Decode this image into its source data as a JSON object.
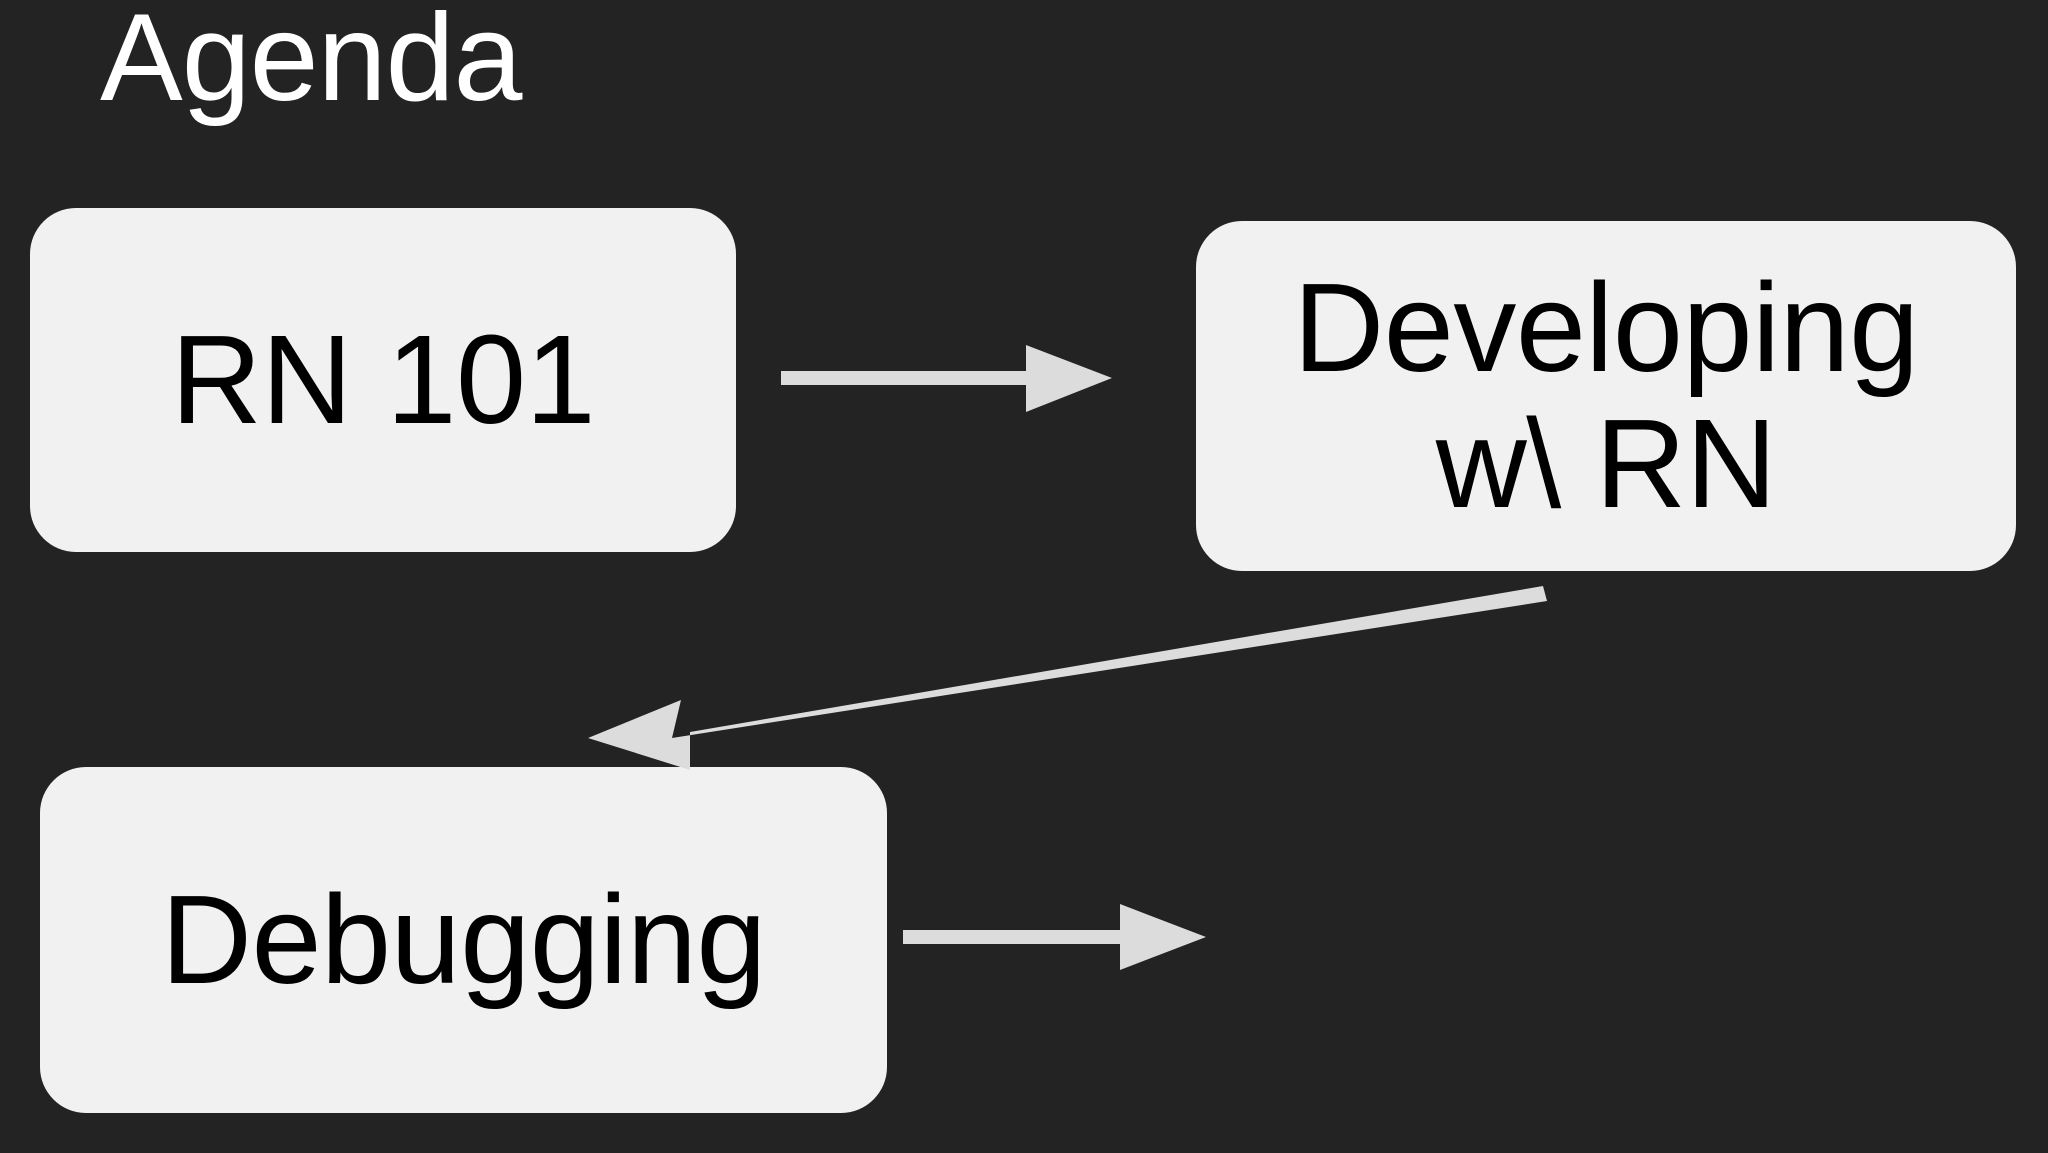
{
  "slide": {
    "title": "Agenda",
    "background_color": "#232323",
    "node_fill_color": "#f1f1f1",
    "node_text_color": "#000000",
    "title_color": "#ffffff",
    "arrow_color": "#dcdcdc"
  },
  "nodes": [
    {
      "id": "rn101",
      "label": "RN 101"
    },
    {
      "id": "developing",
      "label": "Developing\nw\\ RN"
    },
    {
      "id": "debugging",
      "label": "Debugging"
    }
  ],
  "arrows": [
    {
      "id": "rn101-to-developing",
      "name": "arrow-right-icon",
      "direction": "right"
    },
    {
      "id": "developing-to-debugging",
      "name": "arrow-diagonal-left-icon",
      "direction": "down-left"
    },
    {
      "id": "debugging-outgoing",
      "name": "arrow-right-icon",
      "direction": "right"
    }
  ]
}
